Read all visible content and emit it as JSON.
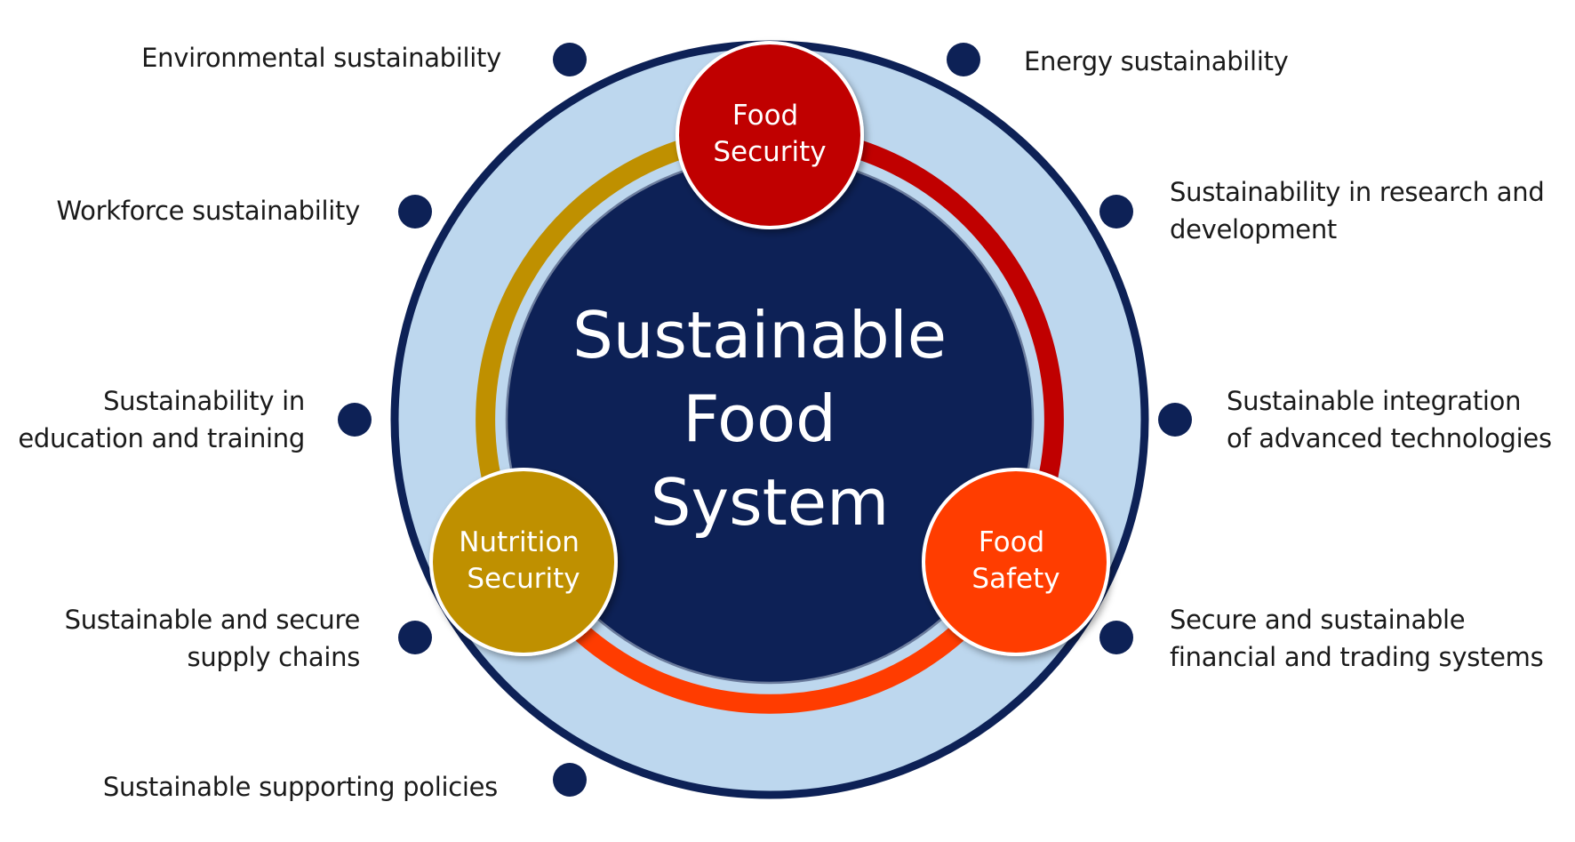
{
  "center": {
    "lines": [
      "Sustainable",
      "Food",
      "System"
    ]
  },
  "pillars": [
    {
      "id": "food-security",
      "lines": [
        "Food",
        "Security"
      ],
      "color": "#c00000"
    },
    {
      "id": "nutrition-security",
      "lines": [
        "Nutrition",
        "Security"
      ],
      "color": "#bf9000"
    },
    {
      "id": "food-safety",
      "lines": [
        "Food",
        "Safety"
      ],
      "color": "#ff3c00"
    }
  ],
  "outer_labels": [
    {
      "id": "environmental-sustainability",
      "lines": [
        "Environmental sustainability"
      ]
    },
    {
      "id": "energy-sustainability",
      "lines": [
        "Energy sustainability"
      ]
    },
    {
      "id": "workforce-sustainability",
      "lines": [
        "Workforce sustainability"
      ]
    },
    {
      "id": "research-and-development",
      "lines": [
        "Sustainability in research and",
        "development"
      ]
    },
    {
      "id": "education-and-training",
      "lines": [
        "Sustainability in",
        "education and training"
      ]
    },
    {
      "id": "advanced-technologies",
      "lines": [
        "Sustainable integration",
        "of advanced technologies"
      ]
    },
    {
      "id": "supply-chains",
      "lines": [
        "Sustainable and secure",
        "supply chains"
      ]
    },
    {
      "id": "financial-trading-systems",
      "lines": [
        "Secure and sustainable",
        "financial and trading systems"
      ]
    },
    {
      "id": "supporting-policies",
      "lines": [
        "Sustainable supporting policies"
      ]
    }
  ],
  "colors": {
    "outer_ring_fill": "#bdd7ee",
    "outer_ring_stroke": "#0d2156",
    "center_fill": "#0d2156",
    "node_fill": "#0d2156",
    "arc_gold": "#bf9000",
    "arc_red": "#c00000",
    "arc_orange": "#ff3c00",
    "text_light": "#ffffff",
    "text_dark": "#1a1a1a"
  }
}
